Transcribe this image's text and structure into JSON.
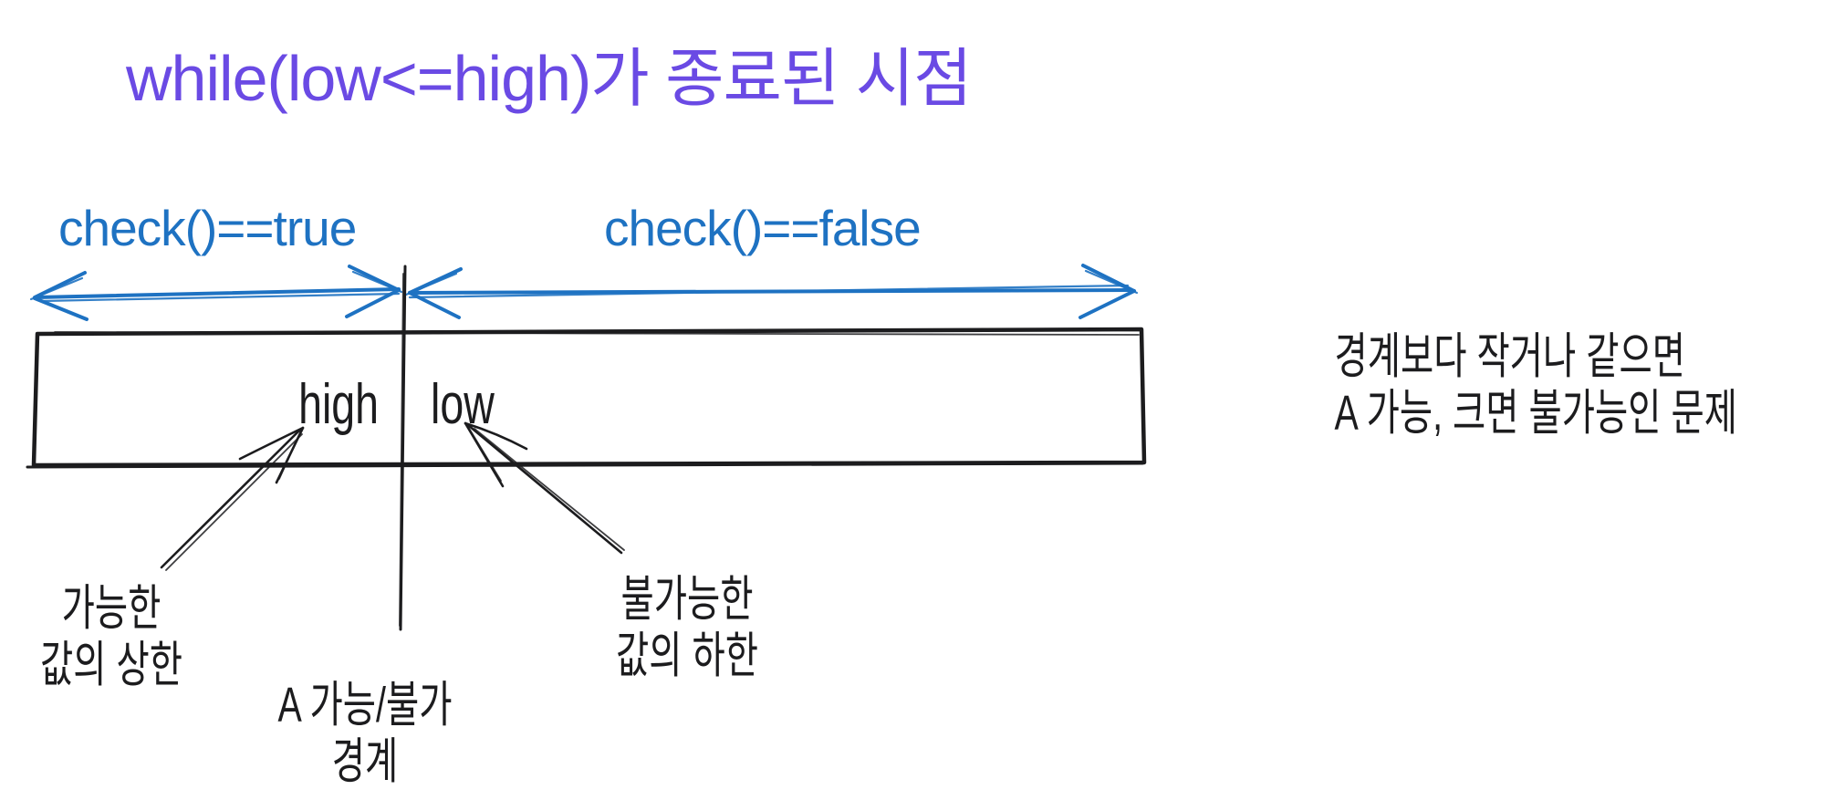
{
  "title": {
    "text": "while(low<=high)가 종료된 시점"
  },
  "range_labels": {
    "true_label": "check()==true",
    "false_label": "check()==false"
  },
  "box_labels": {
    "high": "high",
    "low": "low"
  },
  "annotations": {
    "upper_bound": {
      "line1": "가능한",
      "line2": "값의 상한"
    },
    "boundary": {
      "line1": "A 가능/불가",
      "line2": "경계"
    },
    "lower_bound": {
      "line1": "불가능한",
      "line2": "값의 하한"
    }
  },
  "side_note": {
    "line1": "경계보다 작거나 같으면",
    "line2": "A 가능, 크면 불가능인 문제"
  },
  "colors": {
    "title-purple": "#6A4AE4",
    "arrow-blue": "#1E72C2",
    "ink": "#1C1C1E",
    "bg": "#FFFFFF"
  }
}
